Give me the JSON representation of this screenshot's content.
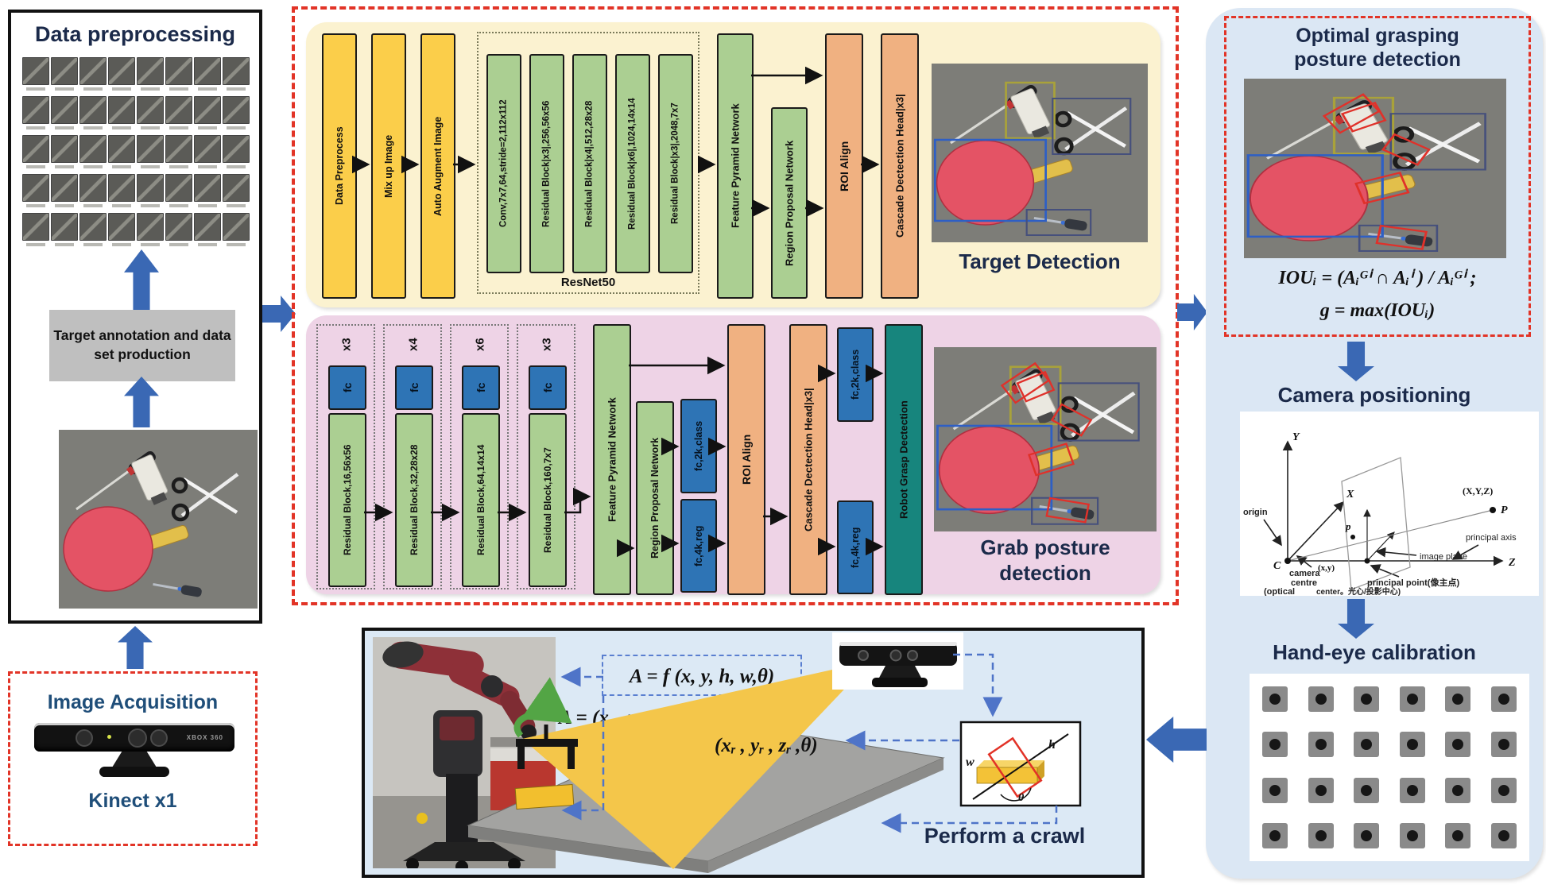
{
  "preprocessing": {
    "title": "Data preprocessing",
    "annotation_label": "Target annotation and data set production"
  },
  "acquisition": {
    "title": "Image Acquisition",
    "device_label": "Kinect x1",
    "device_brand": "XBOX 360"
  },
  "detect_pipeline": {
    "aug_bars": [
      {
        "label": "Data Preprocess"
      },
      {
        "label": "Mix up Image"
      },
      {
        "label": "Auto Augment Image"
      }
    ],
    "backbone_label": "ResNet50",
    "backbone_bars": [
      {
        "label": "Conv,7x7,64,stride=2,112x112"
      },
      {
        "label": "Residual Block|x3|,256,56x56"
      },
      {
        "label": "Residual Block|x4|,512,28x28"
      },
      {
        "label": "Residual Block|x6|,1024,14x14"
      },
      {
        "label": "Residual Block|x3|,2048,7x7"
      }
    ],
    "fpn_label": "Feature Pyramid Network",
    "rpn_label": "Region Proposal Network",
    "roi_label": "ROI Align",
    "cascade_label": "Cascade Dectection Head|x3|",
    "caption": "Target Detection"
  },
  "grasp_pipeline": {
    "groups": [
      {
        "mult": "x3",
        "fc_label": "fc",
        "label": "Residual Block,16,56x56"
      },
      {
        "mult": "x4",
        "fc_label": "fc",
        "label": "Residual Block,32,28x28"
      },
      {
        "mult": "x6",
        "fc_label": "fc",
        "label": "Residual Block,64,14x14"
      },
      {
        "mult": "x3",
        "fc_label": "fc",
        "label": "Residual Block,160,7x7"
      }
    ],
    "fpn_label": "Feature Pyramid Network",
    "rpn_label": "Region Proposal Network",
    "fc_class1": "fc,2k,class",
    "fc_reg1": "fc,4k,reg",
    "roi_label": "ROI Align",
    "cascade_label": "Cascade Dectection Head|x3|",
    "fc_class2": "fc,2k,class",
    "fc_reg2": "fc,4k,reg",
    "grasp_head_label": "Robot Grasp Dectection",
    "caption_line1": "Grab posture",
    "caption_line2": "detection"
  },
  "optimal": {
    "title_line1": "Optimal grasping",
    "title_line2": "posture detection",
    "formula_iou": "IOUᵢ = (Aᵢᴳⁱ ∩ Aᵢⁱ ) / Aᵢᴳⁱ ;",
    "formula_g": "g = max(IOUᵢ)"
  },
  "camera": {
    "title": "Camera positioning",
    "labels": {
      "origin": "origin",
      "axis_x": "X",
      "axis_y": "Y",
      "axis_z": "Z",
      "point_c": "C",
      "point_p": "P",
      "point_p2": "p",
      "xyz": "(X,Y,Z)",
      "xy": "(x,y)",
      "camera_centre_1": "camera",
      "camera_centre_2": "centre",
      "optical_1": "(optical",
      "optical_2": "center。光心/投影中心)",
      "principal_point": "principal point(像主点)",
      "image_plane": "image plane",
      "principal_axis": "principal axis"
    }
  },
  "handeye": {
    "title": "Hand-eye calibration"
  },
  "crawl": {
    "caption": "Perform a crawl",
    "formula1": "A = f (x, y, h, w,θ)",
    "formula2": "A = (xᵣ , yᵣ , zᵣ ,θ)",
    "pose_label": "(xᵣ , yᵣ , zᵣ ,θ)",
    "w_label": "w",
    "h_label": "h",
    "theta_label": "θ"
  }
}
